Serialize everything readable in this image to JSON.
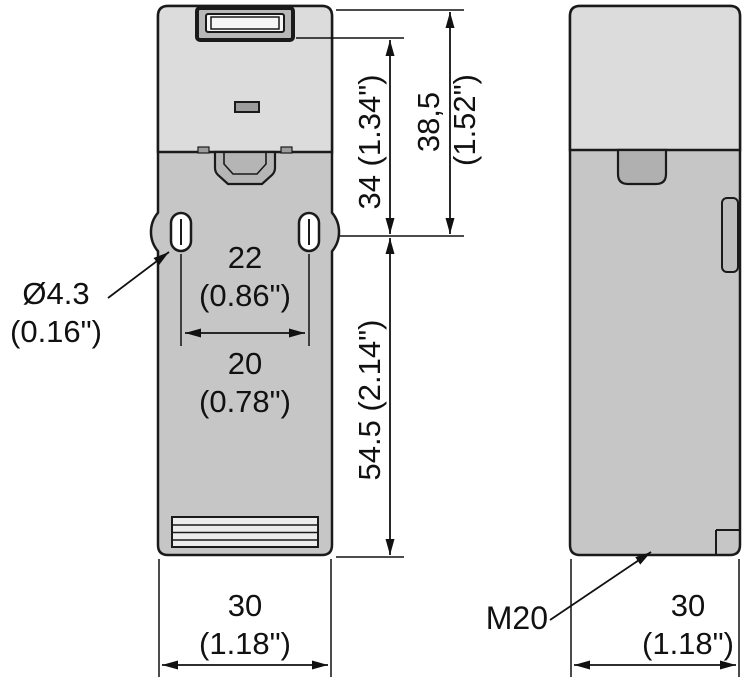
{
  "drawing": {
    "type": "dimensional-drawing",
    "views": [
      "front-view",
      "side-view"
    ],
    "line_color": "#1a1a1a",
    "body_light": "#dcdcdc",
    "body_dark": "#c6c6c6"
  },
  "dims": {
    "dia": "Ø4.3",
    "dia_in": "(0.16\")",
    "span22": "22",
    "span22_in": "(0.86\")",
    "span20": "20",
    "span20_in": "(0.78\")",
    "width_front": "30",
    "width_front_in": "(1.18\")",
    "h34": "34 (1.34\")",
    "h385": "38,5",
    "h385_in": "(1.52\")",
    "h545": "54.5 (2.14\")",
    "thread": "M20",
    "width_side": "30",
    "width_side_in": "(1.18\")"
  }
}
